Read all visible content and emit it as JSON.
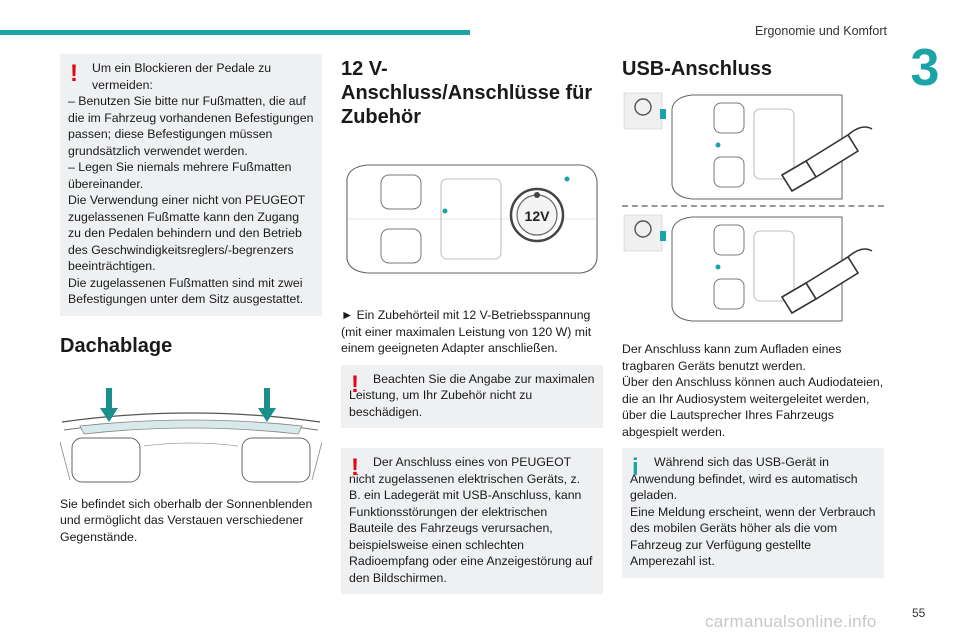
{
  "header": {
    "title": "Ergonomie und Komfort",
    "chapter": "3",
    "accent": "#1ba3a8"
  },
  "col1": {
    "warning_lines": [
      "Um ein Blockieren der Pedale zu",
      "vermeiden:",
      "– Benutzen Sie bitte nur Fußmatten, die auf die im Fahrzeug vorhandenen Befestigungen passen; diese Befestigungen müssen grundsätzlich verwendet werden.",
      "– Legen Sie niemals mehrere Fußmatten übereinander.",
      "Die Verwendung einer nicht von PEUGEOT zugelassenen Fußmatte kann den Zugang zu den Pedalen behindern und den Betrieb des Geschwindigkeitsreglers/-begrenzers beeinträchtigen.",
      "Die zugelassenen Fußmatten sind mit zwei Befestigungen unter dem Sitz ausgestattet."
    ],
    "heading": "Dachablage",
    "text": "Sie befindet sich oberhalb der Sonnenblenden und ermöglicht das Verstauen verschiedener Gegenstände."
  },
  "col2": {
    "heading": "12 V-Anschluss/Anschlüsse für Zubehör",
    "socket_label": "12V",
    "text": "► Ein Zubehörteil mit 12 V-Betriebsspannung (mit einer maximalen Leistung von 120 W) mit einem geeigneten Adapter anschließen.",
    "warning1": "Beachten Sie die Angabe zur maximalen Leistung, um Ihr Zubehör nicht zu beschädigen.",
    "warning2": "Der Anschluss eines von PEUGEOT nicht zugelassenen elektrischen Geräts, z. B. ein Ladegerät mit USB-Anschluss, kann Funktionsstörungen der elektrischen Bauteile des Fahrzeugs verursachen, beispielsweise einen schlechten Radioempfang oder eine Anzeigestörung auf den Bildschirmen."
  },
  "col3": {
    "heading": "USB-Anschluss",
    "text1": "Der Anschluss kann zum Aufladen eines tragbaren Geräts benutzt werden.",
    "text2": "Über den Anschluss können auch Audiodateien, die an Ihr Audiosystem weitergeleitet werden, über die Lautsprecher Ihres Fahrzeugs abgespielt werden.",
    "info1": "Während sich das USB-Gerät in Anwendung befindet, wird es automatisch geladen.",
    "info2": "Eine Meldung erscheint, wenn der Verbrauch des mobilen Geräts höher als die vom Fahrzeug zur Verfügung gestellte Amperezahl ist."
  },
  "footer": {
    "page": "55",
    "watermark": "carmanualsonline.info"
  }
}
